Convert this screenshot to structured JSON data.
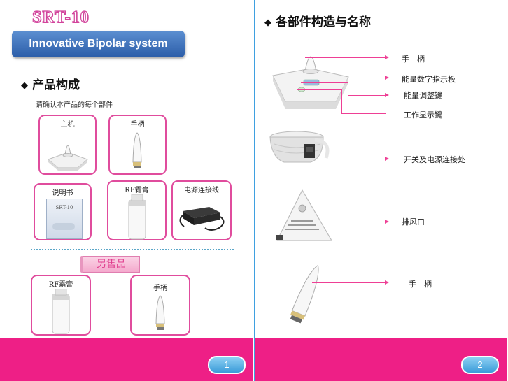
{
  "left_page": {
    "brand": "SRT-10",
    "banner": "Innovative  Bipolar  system",
    "heading": "产品构成",
    "subtitle": "请确认本产品的每个部件",
    "components": [
      "主机",
      "手柄",
      "说明书",
      "RF霜膏",
      "电源连接线"
    ],
    "manual_cover_text": "SRT-10",
    "sold_separately_tag": "另售品",
    "sold_separately_items": [
      "RF霜膏",
      "手柄"
    ],
    "page_number": "1"
  },
  "right_page": {
    "heading": "各部件构造与名称",
    "callouts": [
      "手　柄",
      "能量数字指示板",
      "能量调整键",
      "工作显示键",
      "开关及电源连接处",
      "排风口",
      "手　柄"
    ],
    "page_number": "2"
  },
  "colors": {
    "accent_pink": "#ee1f86",
    "box_border": "#e04c9d",
    "banner_blue": "#2b5da8",
    "page_pill_blue": "#3a9bd8"
  },
  "icons": [
    "diamond-bullet-icon"
  ]
}
